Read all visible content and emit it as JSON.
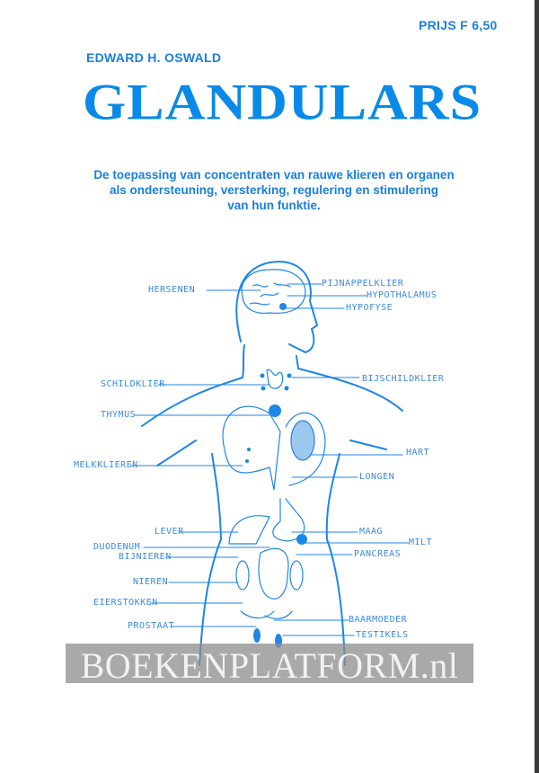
{
  "cover": {
    "price": "PRIJS F 6,50",
    "author": "EDWARD H. OSWALD",
    "title": "GLANDULARS",
    "subtitle_lines": [
      "De toepassing van concentraten van rauwe klieren en organen",
      "als ondersteuning, versterking, regulering en stimulering",
      "van hun funktie."
    ]
  },
  "diagram": {
    "labels": {
      "hersenen": "HERSENEN",
      "pijnappelklier": "PIJNAPPELKLIER",
      "hypothalamus": "HYPOTHALAMUS",
      "hypofyse": "HYPOFYSE",
      "schildklier": "SCHILDKLIER",
      "bijschildklier": "BIJSCHILDKLIER",
      "thymus": "THYMUS",
      "melkklieren": "MELKKLIEREN",
      "hart": "HART",
      "longen": "LONGEN",
      "lever": "LEVER",
      "maag": "MAAG",
      "milt": "MILT",
      "duodenum": "DUODENUM",
      "bijnieren": "BIJNIEREN",
      "pancreas": "PANCREAS",
      "nieren": "NIEREN",
      "eierstokken": "EIERSTOKKEN",
      "baarmoeder": "BAARMOEDER",
      "prostaat": "PROSTAAT",
      "testikels": "TESTIKELS"
    }
  },
  "watermark": "BOEKENPLATFORM.nl",
  "colors": {
    "ink": "#1a7fe0",
    "title": "#0a8ae8"
  }
}
